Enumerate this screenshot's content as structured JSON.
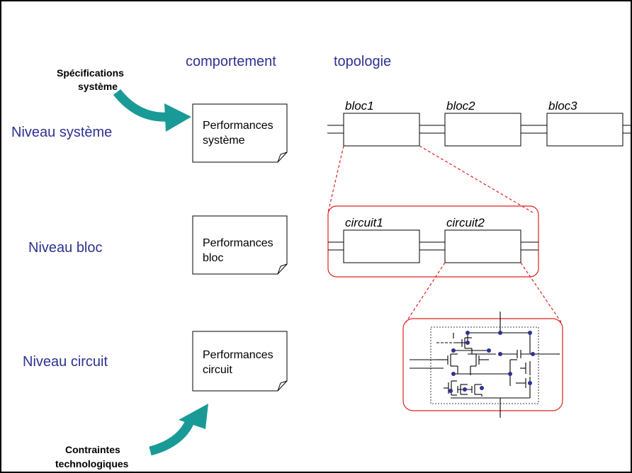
{
  "columns": {
    "behavior": "comportement",
    "topology": "topologie"
  },
  "levels": {
    "system": "Niveau système",
    "block": "Niveau bloc",
    "circuit": "Niveau circuit"
  },
  "inputs": {
    "spec_line1": "Spécifications",
    "spec_line2": "système",
    "constraints_line1": "Contraintes",
    "constraints_line2": "technologiques"
  },
  "performance_docs": {
    "system": {
      "line1": "Performances",
      "line2": "système"
    },
    "block": {
      "line1": "Performances",
      "line2": "bloc"
    },
    "circuit": {
      "line1": "Performances",
      "line2": "circuit"
    }
  },
  "system_blocks": [
    "bloc1",
    "bloc2",
    "bloc3"
  ],
  "circuit_blocks": [
    "circuit1",
    "circuit2"
  ],
  "colors": {
    "level_text": "#2e3192",
    "arrow": "#1a9a96",
    "zoom": "#e02020",
    "node": "#2e3192"
  }
}
